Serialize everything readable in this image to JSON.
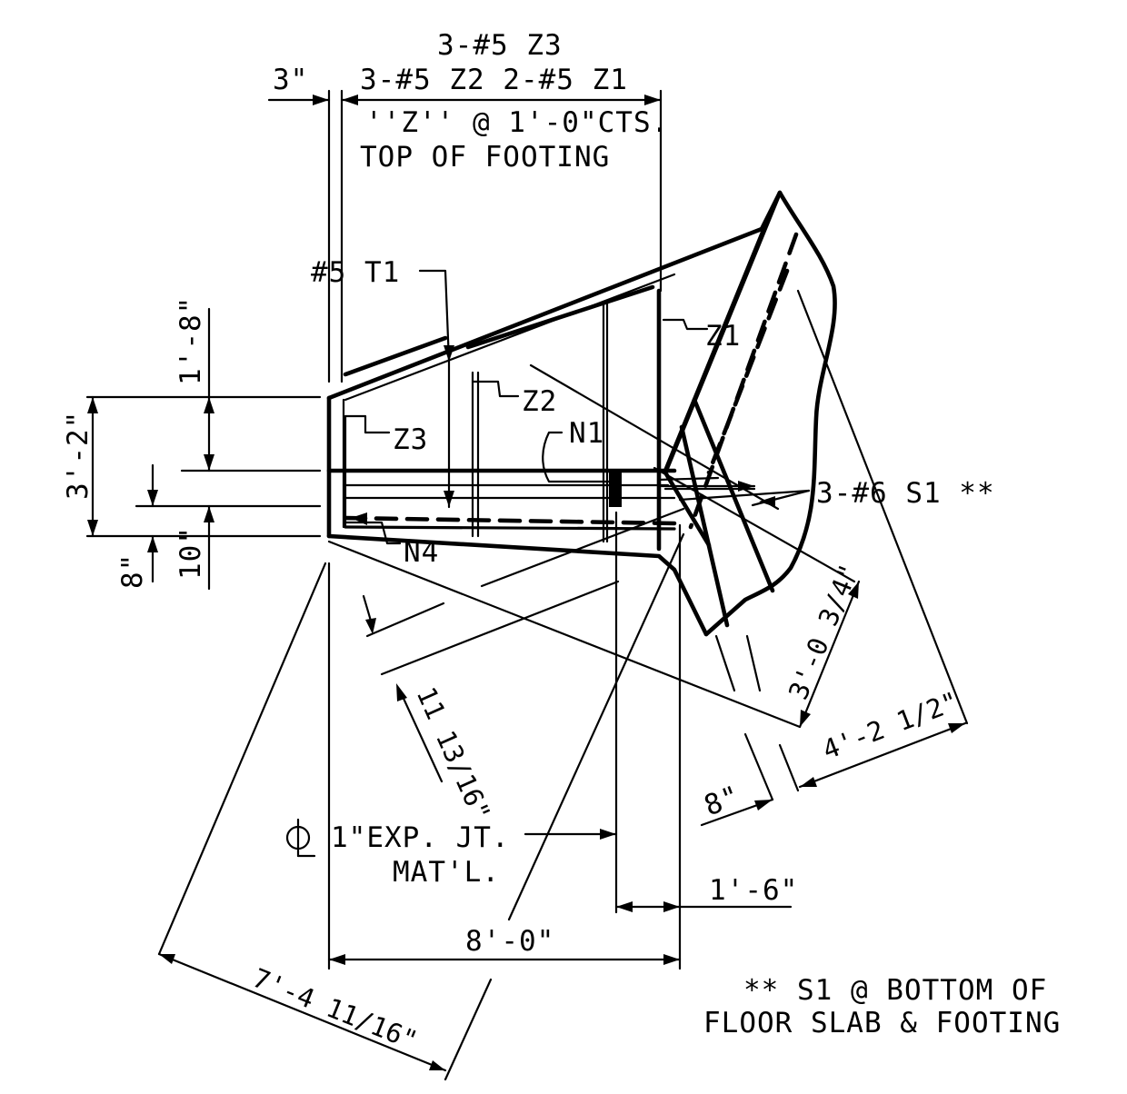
{
  "header": {
    "z3_bars": "3-#5 Z3",
    "z2_z1_bars": "3-#5 Z2 2-#5 Z1",
    "z_spacing": "''Z'' @ 1'-0\"CTS.",
    "top_of_footing": "TOP OF FOOTING",
    "left_offset": "3\""
  },
  "bar_marks": {
    "t1": "#5 T1",
    "z1": "Z1",
    "z2": "Z2",
    "z3": "Z3",
    "n1": "N1",
    "n4": "N4",
    "s1": "3-#6 S1 **"
  },
  "dimensions": {
    "d_1_8": "1'-8\"",
    "d_3_2": "3'-2\"",
    "d_8_left": "8\"",
    "d_10": "10\"",
    "d_11_13_16": "11 13/16\"",
    "d_3_0_3_4": "3'-0 3/4\"",
    "d_4_2_1_2": "4'-2 1/2\"",
    "d_8_right": "8\"",
    "d_1_6": "1'-6\"",
    "d_8_0": "8'-0\"",
    "d_7_4_11_16": "7'-4 11/16\""
  },
  "notes": {
    "exp_joint_line1": "1\"EXP. JT.",
    "exp_joint_line2": "MAT'L.",
    "centerline_symbol": "CL",
    "footnote_line1": "** S1 @ BOTTOM OF",
    "footnote_line2": "FLOOR SLAB & FOOTING"
  }
}
